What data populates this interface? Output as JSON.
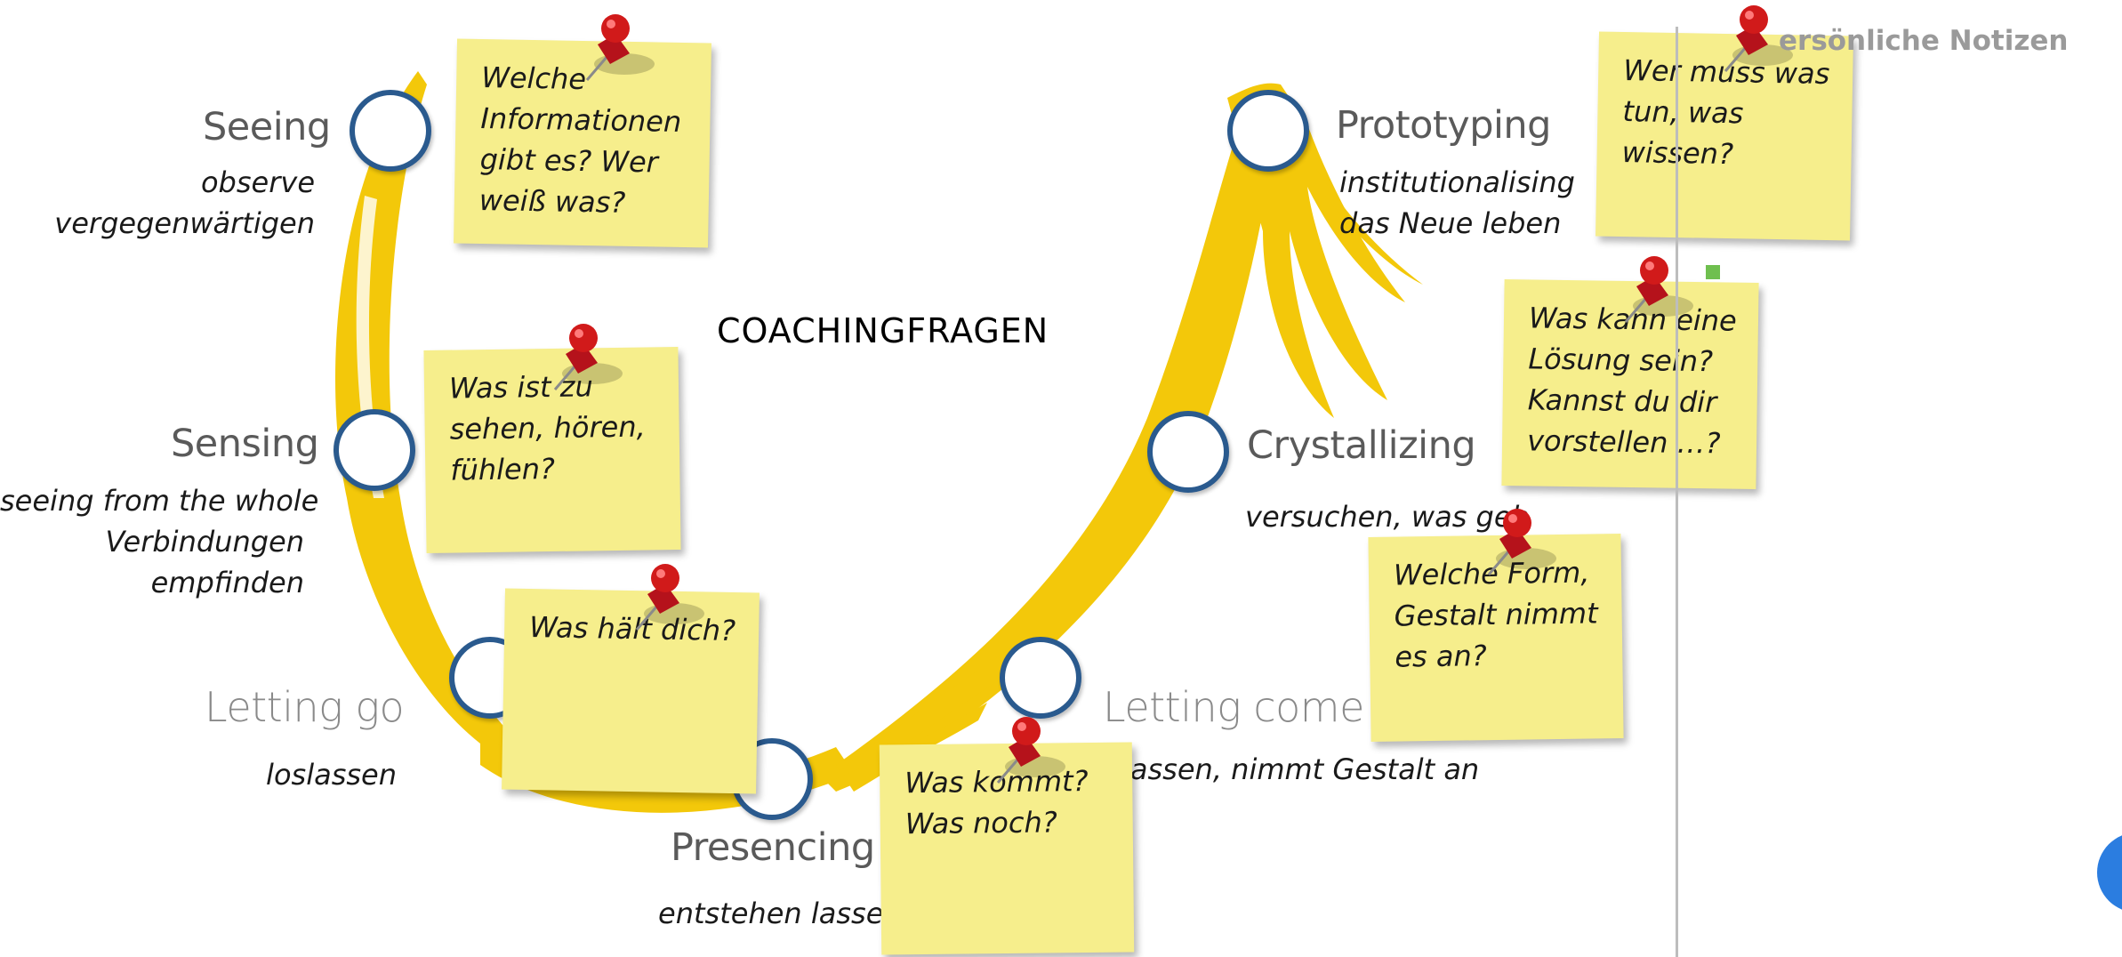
{
  "title": "COACHINGFRAGEN",
  "stages": {
    "seeing": {
      "label": "Seeing",
      "sub": [
        "observe",
        "vergegenwärtigen"
      ]
    },
    "sensing": {
      "label": "Sensing",
      "sub": [
        "seeing from the whole",
        "Verbindungen",
        "empfinden"
      ]
    },
    "letting_go": {
      "label": "Letting go",
      "sub": [
        "loslassen"
      ]
    },
    "presencing": {
      "label": "Presencing",
      "sub": [
        "entstehen lassen"
      ]
    },
    "letting_come": {
      "label": "Letting come",
      "sub": [
        "lassen, nimmt Gestalt an"
      ]
    },
    "crystallizing": {
      "label": "Crystallizing",
      "sub": [
        "versuchen, was geh"
      ]
    },
    "prototyping": {
      "label": "Prototyping",
      "sub": [
        "institutionalising",
        "das Neue leben"
      ]
    }
  },
  "notes": {
    "seeing": "Welche\nInformationen\ngibt es? Wer\nweiß was?",
    "sensing": "Was ist zu\nsehen, hören,\nfühlen?",
    "letting_go": "Was hält dich?",
    "presencing": "Was kommt?\nWas noch?",
    "crystallizing_form": "Welche Form,\nGestalt nimmt\nes an?",
    "crystallizing_solution": "Was kann eine\nLösung sein?\nKannst du dir\nvorstellen …?",
    "prototyping": "Wer muss was\ntun, was\nwissen?"
  },
  "side_panel": {
    "title": "ersönliche Notizen"
  },
  "colors": {
    "swoosh": "#f3c80a",
    "note": "#f6ee8c",
    "circle_border": "#2a5a8e",
    "pin": "#d11a1a"
  },
  "icons": [
    "pushpin-icon",
    "circle-marker-icon"
  ]
}
